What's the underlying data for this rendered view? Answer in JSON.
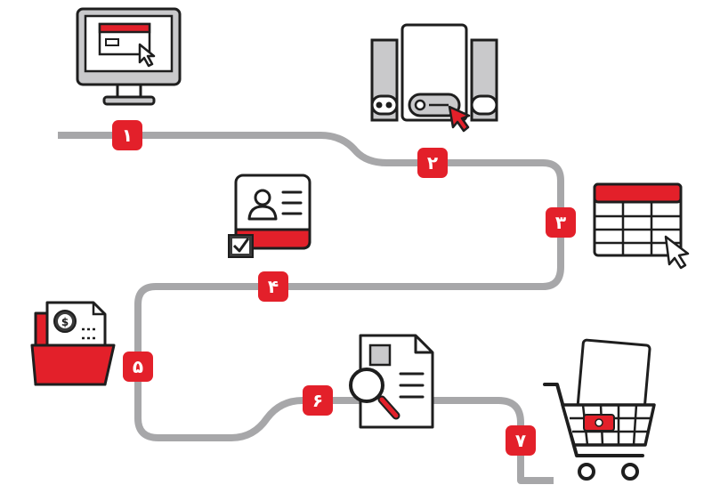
{
  "colors": {
    "accent": "#e3202a",
    "path": "#a7a7a9",
    "outline": "#1e1e1e",
    "panel_gray": "#c9c9cb",
    "dark_gray": "#3a3a3a"
  },
  "steps": [
    {
      "label": "۱",
      "icon": "desktop-computer-icon"
    },
    {
      "label": "۲",
      "icon": "server-button-icon"
    },
    {
      "label": "۳",
      "icon": "table-sheet-icon"
    },
    {
      "label": "۴",
      "icon": "id-card-check-icon"
    },
    {
      "label": "۵",
      "icon": "invoice-folder-icon"
    },
    {
      "label": "۶",
      "icon": "document-search-icon"
    },
    {
      "label": "۷",
      "icon": "shopping-cart-icon"
    }
  ]
}
